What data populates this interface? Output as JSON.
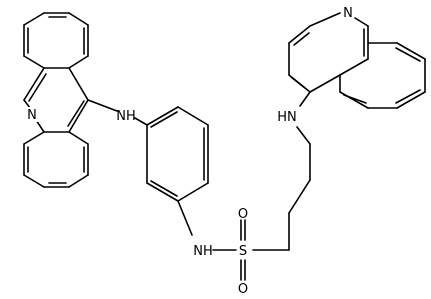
{
  "atom_labels": {
    "acridine_n": "N",
    "acridine_amine": "NH",
    "quinoline_n": "N",
    "quinoline_amine": "HN",
    "sulfonamide_nh": "NH",
    "sulfur": "S",
    "oxygen_top": "O",
    "oxygen_bottom": "O"
  }
}
